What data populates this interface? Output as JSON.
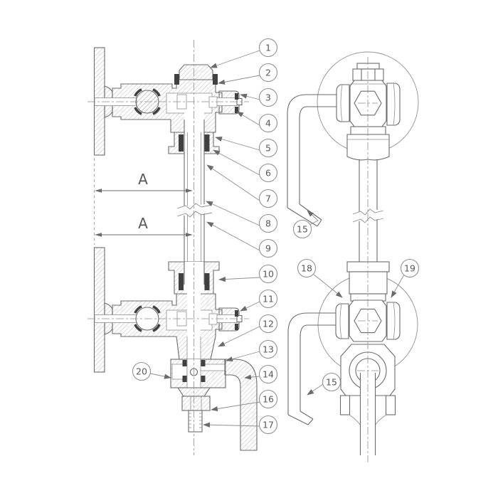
{
  "figure": {
    "callouts": {
      "c1": "1",
      "c2": "2",
      "c3": "3",
      "c4": "4",
      "c5": "5",
      "c6": "6",
      "c7": "7",
      "c8": "8",
      "c9": "9",
      "c10": "10",
      "c11": "11",
      "c12": "12",
      "c13": "13",
      "c14": "14",
      "c16": "16",
      "c17": "17",
      "c20": "20",
      "c15_upper": "15",
      "c18": "18",
      "c19": "19",
      "c15_lower": "15"
    },
    "dimensions": {
      "upper_span": "A",
      "lower_span": "A"
    },
    "colors": {
      "line": "#6b6b6b",
      "thin_line": "#8f8f8f",
      "hatch": "#989898",
      "seal_dark": "#414141",
      "text": "#575757"
    }
  }
}
